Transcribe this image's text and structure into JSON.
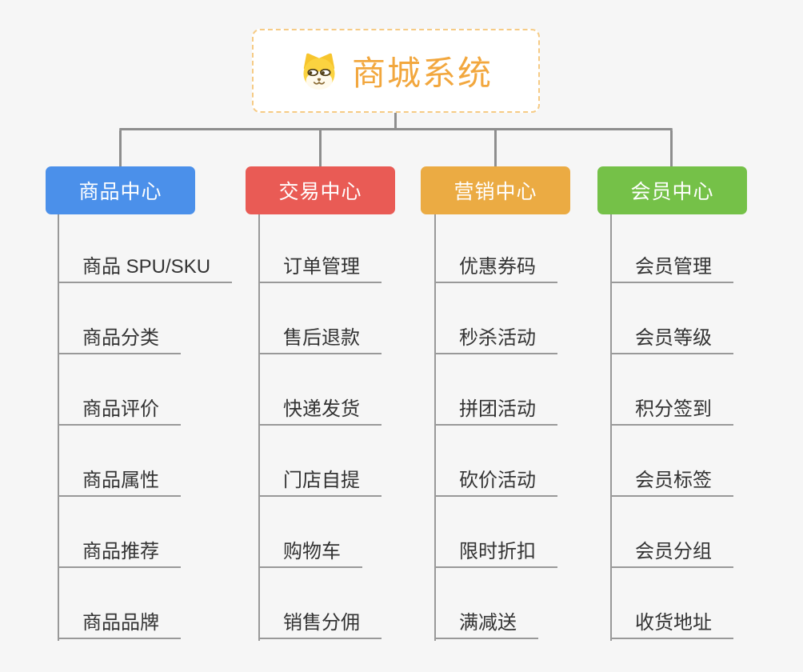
{
  "colors": {
    "background": "#F6F6F6",
    "connector_line": "#8E8E8E",
    "leaf_line": "#999999",
    "leaf_text": "#333333",
    "root_border": "#F6CB85",
    "root_title_color": "#F2A73E"
  },
  "root": {
    "title": "商城系统",
    "icon": "shiba-dog-icon"
  },
  "branches": [
    {
      "label": "商品中心",
      "color": "#4B90EA",
      "children": [
        "商品 SPU/SKU",
        "商品分类",
        "商品评价",
        "商品属性",
        "商品推荐",
        "商品品牌"
      ]
    },
    {
      "label": "交易中心",
      "color": "#E95B55",
      "children": [
        "订单管理",
        "售后退款",
        "快递发货",
        "门店自提",
        "购物车",
        "销售分佣"
      ]
    },
    {
      "label": "营销中心",
      "color": "#EBAB43",
      "children": [
        "优惠券码",
        "秒杀活动",
        "拼团活动",
        "砍价活动",
        "限时折扣",
        "满减送"
      ]
    },
    {
      "label": "会员中心",
      "color": "#75C148",
      "children": [
        "会员管理",
        "会员等级",
        "积分签到",
        "会员标签",
        "会员分组",
        "收货地址"
      ]
    }
  ]
}
